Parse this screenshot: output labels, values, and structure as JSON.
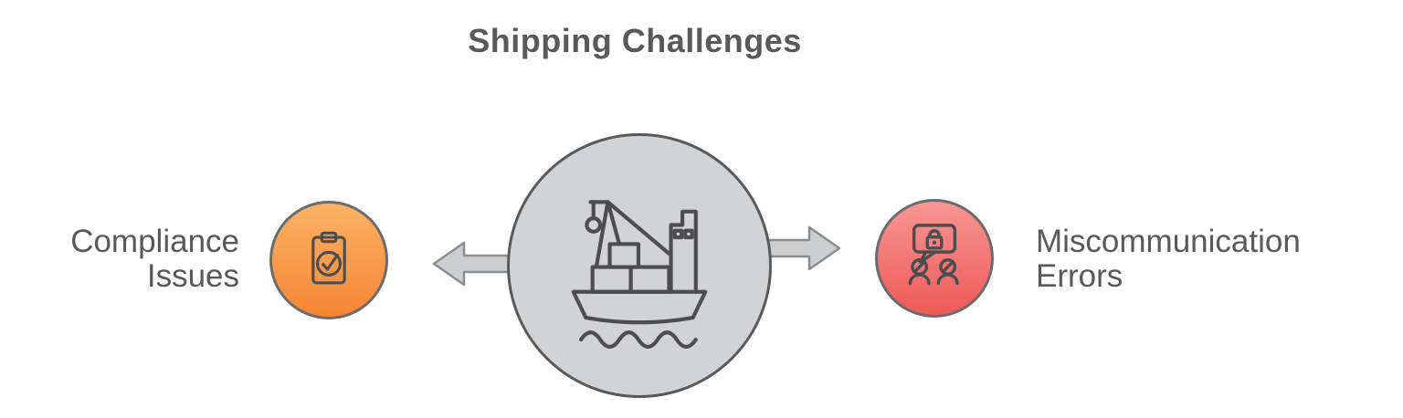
{
  "title": "Shipping Challenges",
  "nodes": {
    "center": {
      "icon": "cargo-ship-icon"
    },
    "left": {
      "label": "Compliance Issues",
      "icon": "clipboard-check-icon"
    },
    "right": {
      "label": "Miscommunication Errors",
      "icon": "people-chat-lock-icon"
    }
  },
  "connectors": [
    {
      "from": "center",
      "to": "left",
      "direction": "left",
      "icon": "arrow-left-icon"
    },
    {
      "from": "center",
      "to": "right",
      "direction": "right",
      "icon": "arrow-right-icon"
    }
  ],
  "colors": {
    "label_text": "#58595b",
    "center_circle_fill": "#d2d3d4",
    "center_circle_stroke": "#595a5c",
    "arrow_fill": "#cdced0",
    "arrow_stroke": "#8a8c8e",
    "compliance_gradient_top": "#fbb264",
    "compliance_gradient_bottom": "#f58634",
    "miscommunication_gradient_top": "#f79693",
    "miscommunication_gradient_bottom": "#ee5a57",
    "icon_stroke": "#4d4d4f",
    "badge_stroke": "#6a6b6d"
  }
}
